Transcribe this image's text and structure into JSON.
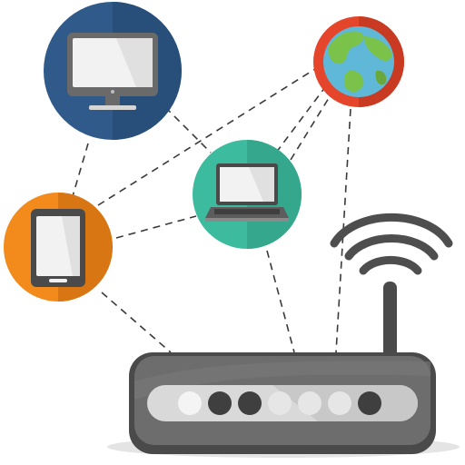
{
  "colors": {
    "background": "#ffffff",
    "desktop_circle": "#2f5a8a",
    "desktop_circle_shade": "#284f7a",
    "globe_circle": "#e5452b",
    "globe_circle_shade": "#c93a22",
    "globe_ocean": "#5fb8d8",
    "globe_land": "#7bc24a",
    "laptop_circle": "#3dbb9e",
    "laptop_circle_shade": "#34a78c",
    "phone_circle": "#f38b1c",
    "phone_circle_shade": "#d97614",
    "device_frame": "#5c5c5c",
    "device_screen": "#f2f2f2",
    "router_body": "#6d6d6d",
    "router_body_dark": "#4a4a4a",
    "router_panel": "#d9d9d9",
    "signal_arcs": "#4e4e4e",
    "connection_lines": "#3a3a3a",
    "shadow": "#e4e4e4"
  },
  "nodes": [
    {
      "name": "desktop-computer",
      "icon": "desktop-monitor-icon"
    },
    {
      "name": "internet-globe",
      "icon": "globe-icon"
    },
    {
      "name": "laptop",
      "icon": "laptop-icon"
    },
    {
      "name": "smartphone",
      "icon": "smartphone-icon"
    },
    {
      "name": "wifi-router",
      "icon": "router-icon"
    }
  ],
  "router_led_states": [
    "light",
    "dark",
    "dark",
    "light",
    "light",
    "light",
    "dark"
  ],
  "wifi_signal_arcs": 3
}
